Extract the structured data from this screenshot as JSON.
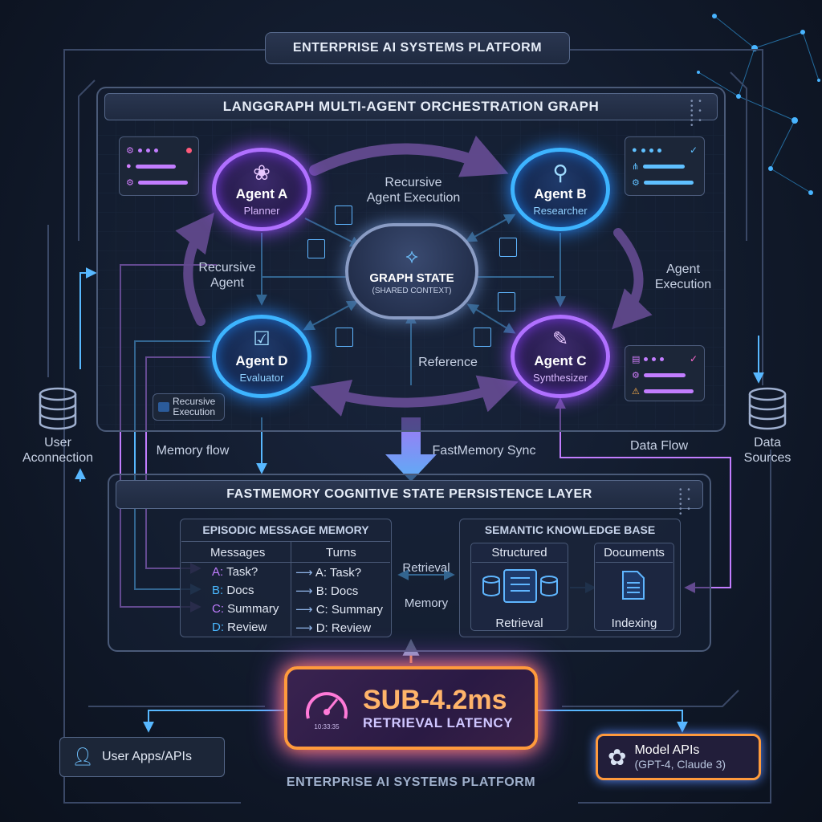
{
  "platform": {
    "title_top": "ENTERPRISE AI SYSTEMS PLATFORM",
    "title_bottom": "ENTERPRISE AI SYSTEMS PLATFORM"
  },
  "graph": {
    "title": "LANGGRAPH MULTI-AGENT ORCHESTRATION GRAPH",
    "state": {
      "title": "GRAPH STATE",
      "subtitle": "(SHARED CONTEXT)"
    },
    "agents": [
      {
        "name": "Agent A",
        "role": "Planner",
        "icon": "brain-icon"
      },
      {
        "name": "Agent B",
        "role": "Researcher",
        "icon": "magnifier-icon"
      },
      {
        "name": "Agent C",
        "role": "Synthesizer",
        "icon": "pen-icon"
      },
      {
        "name": "Agent D",
        "role": "Evaluator",
        "icon": "checkbox-icon"
      }
    ],
    "labels": {
      "top": "Recursive\nAgent Execution",
      "left": "Recursive\nAgent",
      "right": "Agent\nExecution",
      "reference": "Reference",
      "recursive_badge": "Recursive\nExecution"
    }
  },
  "flows": {
    "memory_flow": "Memory flow",
    "fastmemory_sync": "FastMemory Sync",
    "data_flow": "Data Flow",
    "retrieval": "Retrieval",
    "memory": "Memory"
  },
  "side": {
    "user": "User\nAconnection",
    "data": "Data\nSources"
  },
  "fastmemory": {
    "title": "FASTMEMORY COGNITIVE STATE PERSISTENCE LAYER",
    "episodic": {
      "title": "EPISODIC MESSAGE MEMORY",
      "headers": [
        "Messages",
        "Turns"
      ],
      "rows": [
        {
          "key": "A:",
          "msg": "Task?",
          "turn": "A: Task?"
        },
        {
          "key": "B:",
          "msg": "Docs",
          "turn": "B: Docs"
        },
        {
          "key": "C:",
          "msg": "Summary",
          "turn": "C: Summary"
        },
        {
          "key": "D:",
          "msg": "Review",
          "turn": "D: Review"
        }
      ]
    },
    "semantic": {
      "title": "SEMANTIC KNOWLEDGE BASE",
      "structured": {
        "title": "Structured",
        "caption": "Retrieval"
      },
      "documents": {
        "title": "Documents",
        "caption": "Indexing"
      }
    }
  },
  "latency": {
    "value": "SUB-4.2ms",
    "label": "RETRIEVAL LATENCY",
    "clock": "10:33:35"
  },
  "footer": {
    "user_apps": "User Apps/APIs",
    "model_apis": {
      "title": "Model APIs",
      "subtitle": "(GPT-4, Claude 3)"
    }
  },
  "colors": {
    "purple": "#b070ff",
    "blue": "#3db4ff",
    "orange": "#ff9a3c",
    "pink": "#ff5fc8"
  }
}
